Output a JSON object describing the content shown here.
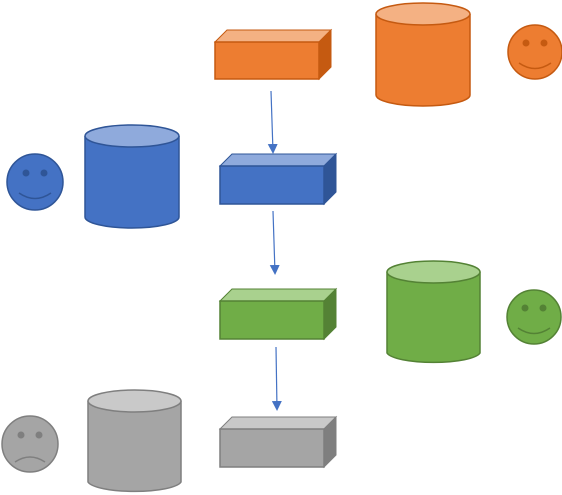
{
  "diagram": {
    "layers": [
      {
        "color_name": "orange",
        "colors": {
          "fill": "#ED7D31",
          "top": "#F4B183",
          "stroke": "#C55A11",
          "side": "#C55A11"
        },
        "face": "smiley-face",
        "boxes": [
          "block",
          "cylinder",
          "face"
        ]
      },
      {
        "color_name": "blue",
        "colors": {
          "fill": "#4472C4",
          "top": "#8FAADC",
          "stroke": "#2F5597",
          "side": "#2F5597"
        },
        "face": "smiley-face"
      },
      {
        "color_name": "green",
        "colors": {
          "fill": "#70AD47",
          "top": "#A9D18E",
          "stroke": "#548235",
          "side": "#548235"
        },
        "face": "smiley-face"
      },
      {
        "color_name": "gray",
        "colors": {
          "fill": "#A5A5A5",
          "top": "#C9C9C9",
          "stroke": "#7F7F7F",
          "side": "#7F7F7F"
        },
        "face": "frowning-face"
      }
    ],
    "arrows": {
      "color": "#4472C4",
      "count": 3
    }
  }
}
